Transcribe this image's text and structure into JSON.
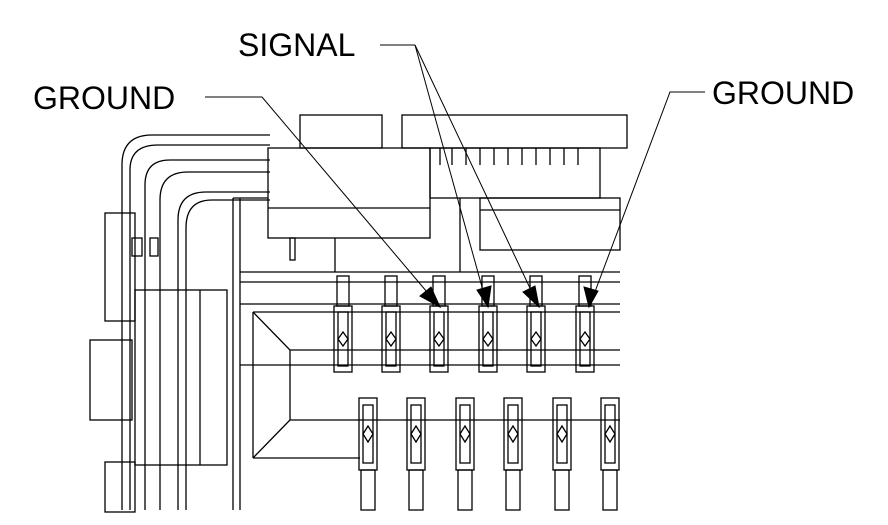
{
  "labels": {
    "signal": "SIGNAL",
    "ground_left": "GROUND",
    "ground_right": "GROUND"
  },
  "colors": {
    "line": "#000000",
    "background": "#ffffff"
  }
}
